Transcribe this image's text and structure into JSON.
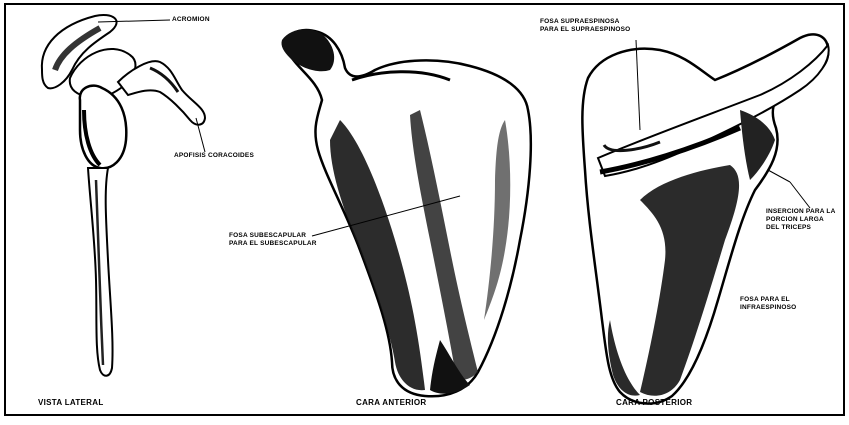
{
  "figure": {
    "views": {
      "lateral": {
        "caption": "VISTA LATERAL"
      },
      "anterior": {
        "caption": "CARA ANTERIOR"
      },
      "posterior": {
        "caption": "CARA POSTERIOR"
      }
    },
    "labels": {
      "acromion": "ACROMION",
      "coracoides": "APOFISIS CORACOIDES",
      "subescapular_1": "FOSA SUBESCAPULAR",
      "subescapular_2": "PARA EL SUBESCAPULAR",
      "supraespinosa_1": "FOSA SUPRAESPINOSA",
      "supraespinosa_2": "PARA EL SUPRAESPINOSO",
      "insercion_1": "INSERCION PARA LA",
      "insercion_2": "PORCION LARGA",
      "insercion_3": "DEL TRICEPS",
      "infraespinosa_1": "FOSA PARA EL",
      "infraespinosa_2": "INFRAESPINOSO"
    },
    "colors": {
      "ink": "#000000",
      "paper": "#ffffff",
      "shade": "#1a1a1a"
    }
  }
}
